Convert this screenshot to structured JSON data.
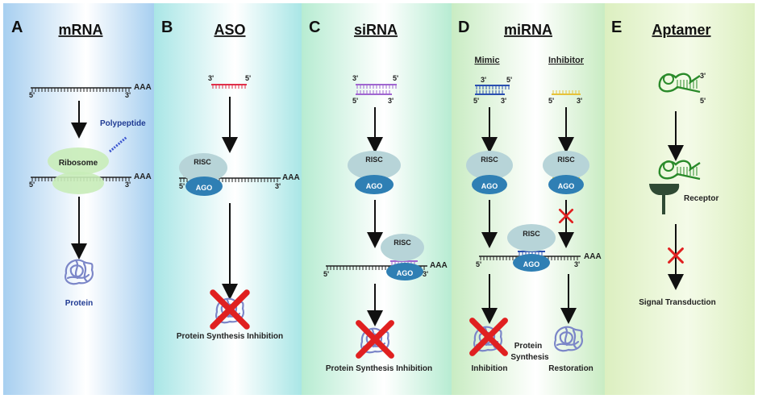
{
  "panels": [
    {
      "letter": "A",
      "title": "mRNA",
      "color": "#a7cff0"
    },
    {
      "letter": "B",
      "title": "ASO",
      "color": "#a9e6e6"
    },
    {
      "letter": "C",
      "title": "siRNA",
      "color": "#b7ecd2"
    },
    {
      "letter": "D",
      "title": "miRNA",
      "color": "#c9ecc3"
    },
    {
      "letter": "E",
      "title": "Aptamer",
      "color": "#dcefc0"
    }
  ],
  "labels": {
    "aaa": "AAA",
    "five": "5'",
    "three": "3'",
    "polypeptide": "Polypeptide",
    "ribosome": "Ribosome",
    "protein": "Protein",
    "risc": "RISC",
    "ago": "AGO",
    "psi": "Protein Synthesis Inhibition",
    "mimic": "Mimic",
    "inhibitor": "Inhibitor",
    "inhibition": "Inhibition",
    "restoration": "Restoration",
    "protein_word": "Protein",
    "synthesis_word": "Synthesis",
    "receptor": "Receptor",
    "signal": "Signal Transduction"
  },
  "colors": {
    "mrna": "#222222",
    "aso": "#e0304a",
    "sirna": "#a066d0",
    "mirna": "#2a4fb0",
    "inhib": "#e6c23a",
    "aptamer": "#2a8a2a",
    "risc": "#b7d4d8",
    "ago": "#2f7fb4",
    "ribosome": "#c8ecb8",
    "protein": "#7b86c8",
    "x": "#e02020"
  },
  "icons": [
    "down-arrow-icon",
    "red-x-icon",
    "protein-icon",
    "ribosome-icon",
    "risc-ago-complex-icon",
    "aptamer-hairpin-icon",
    "receptor-icon"
  ]
}
